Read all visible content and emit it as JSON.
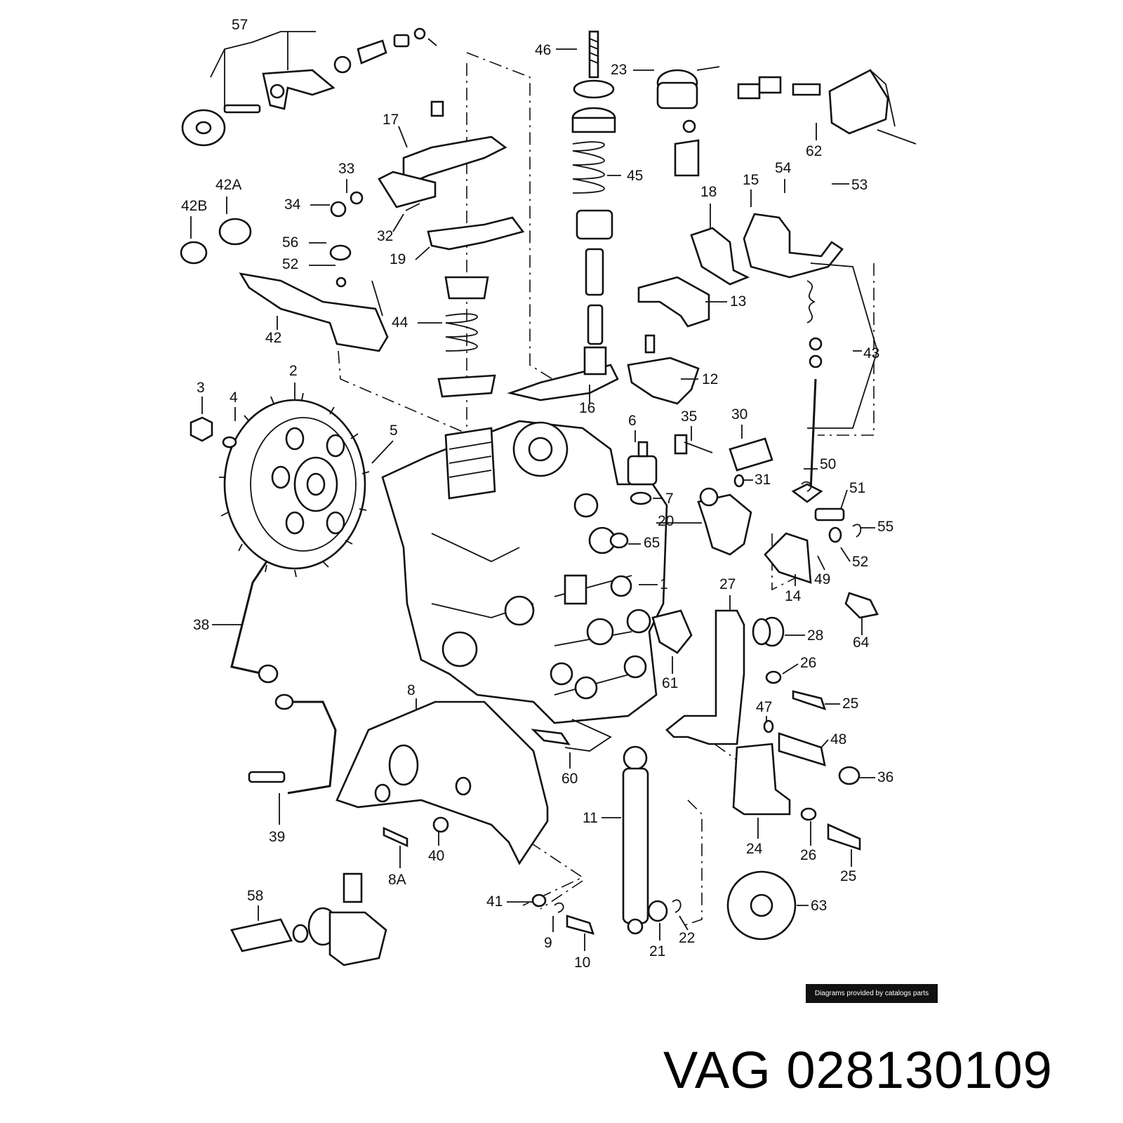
{
  "credit": "Diagrams provided by catalogs parts",
  "caption": {
    "brand": "VAG",
    "part_number": "028130109"
  },
  "callouts": [
    "57",
    "46",
    "23",
    "62",
    "17",
    "33",
    "34",
    "42A",
    "42B",
    "32",
    "56",
    "52",
    "19",
    "45",
    "18",
    "15",
    "54",
    "53",
    "13",
    "44",
    "42",
    "43",
    "12",
    "16",
    "3",
    "4",
    "2",
    "5",
    "6",
    "35",
    "30",
    "31",
    "50",
    "7",
    "51",
    "20",
    "55",
    "65",
    "52",
    "49",
    "14",
    "1",
    "27",
    "38",
    "64",
    "28",
    "26",
    "61",
    "25",
    "8",
    "47",
    "48",
    "60",
    "36",
    "39",
    "11",
    "24",
    "26",
    "25",
    "8A",
    "40",
    "58",
    "41",
    "9",
    "10",
    "21",
    "22",
    "63"
  ]
}
